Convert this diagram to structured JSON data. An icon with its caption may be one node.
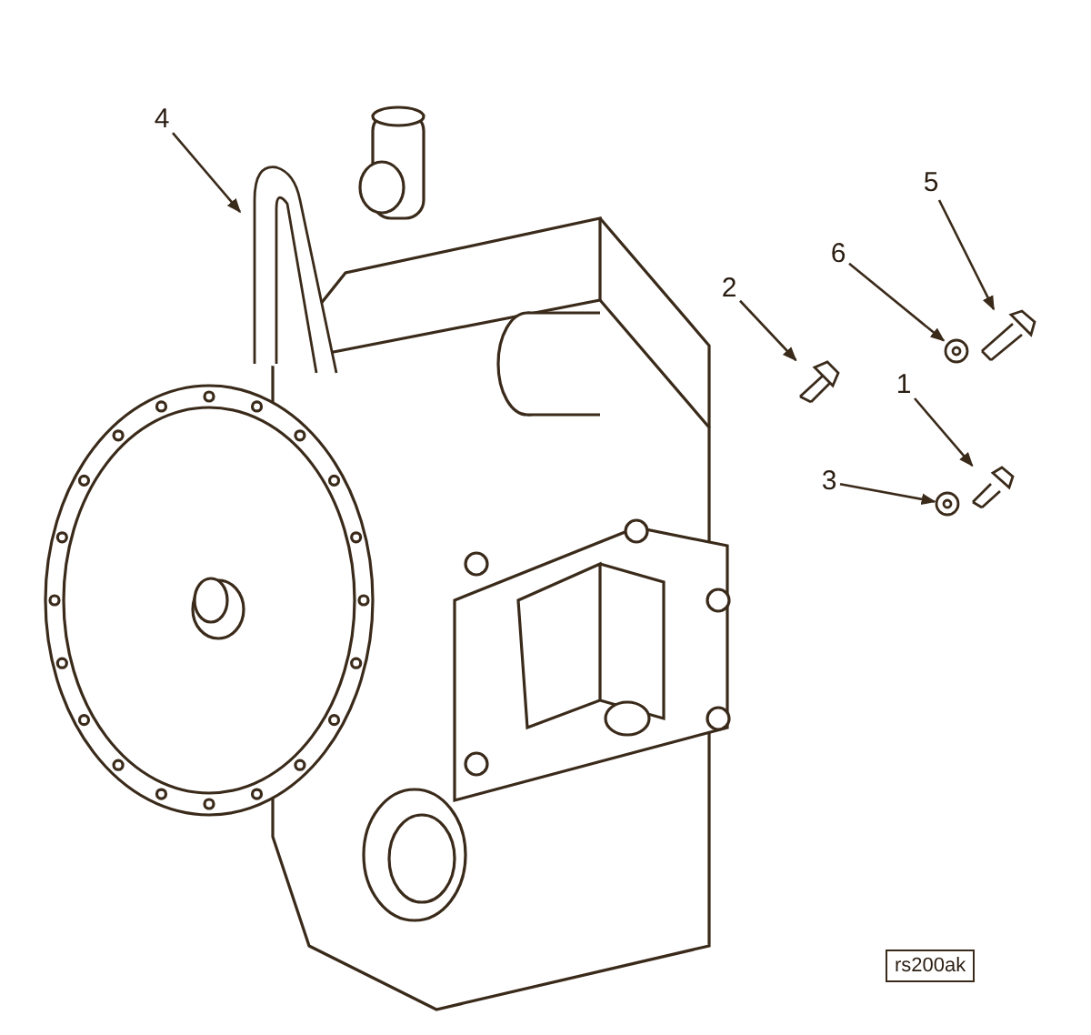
{
  "diagram": {
    "nodes": [
      {
        "text": [
          "4"
        ]
      },
      {
        "text": [
          "5"
        ]
      },
      {
        "text": [
          "6"
        ]
      },
      {
        "text": [
          "2"
        ]
      },
      {
        "text": [
          "1"
        ]
      },
      {
        "text": [
          "3"
        ]
      },
      {
        "text": [],
        "shape": "picture"
      },
      {
        "text": [],
        "shape": "picture"
      },
      {
        "text": [],
        "shape": "circle"
      },
      {
        "text": [],
        "shape": "circle"
      },
      {
        "text": [],
        "shape": "picture"
      },
      {
        "text": [],
        "shape": "picture"
      }
    ],
    "edges": [
      {
        "from": 0,
        "to": 6,
        "arrow": "to"
      },
      {
        "from": 1,
        "to": 11,
        "arrow": "to"
      },
      {
        "from": 2,
        "to": 8,
        "arrow": "to"
      },
      {
        "from": 3,
        "to": 7,
        "arrow": "to"
      },
      {
        "from": 4,
        "to": 10,
        "arrow": "to"
      },
      {
        "from": 5,
        "to": 9,
        "arrow": "to"
      }
    ],
    "labels": [
      "rs200ak"
    ]
  }
}
